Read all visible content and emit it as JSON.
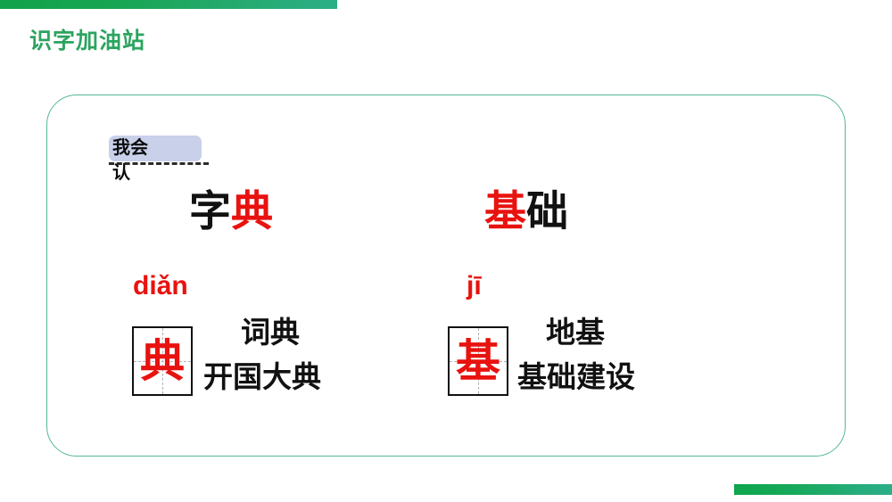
{
  "slide": {
    "title": "识字加油站",
    "title_color": "#2ba45f",
    "accent_color": "#11a24a",
    "card_border_color": "#54b896",
    "red": "#e8120f",
    "black": "#111111",
    "tag_highlight_color": "#c9d0ea"
  },
  "tag": {
    "label": "我会认"
  },
  "groups": [
    {
      "id": "dian",
      "headword": {
        "char1": "字",
        "char1_color": "black",
        "char2": "典",
        "char2_color": "red"
      },
      "pinyin": "diǎn",
      "grid_char": "典",
      "examples": [
        "词典",
        "开国大典"
      ]
    },
    {
      "id": "ji",
      "headword": {
        "char1": "基",
        "char1_color": "red",
        "char2": "础",
        "char2_color": "black"
      },
      "pinyin": "jī",
      "grid_char": "基",
      "examples": [
        "地基",
        "基础建设"
      ]
    }
  ]
}
